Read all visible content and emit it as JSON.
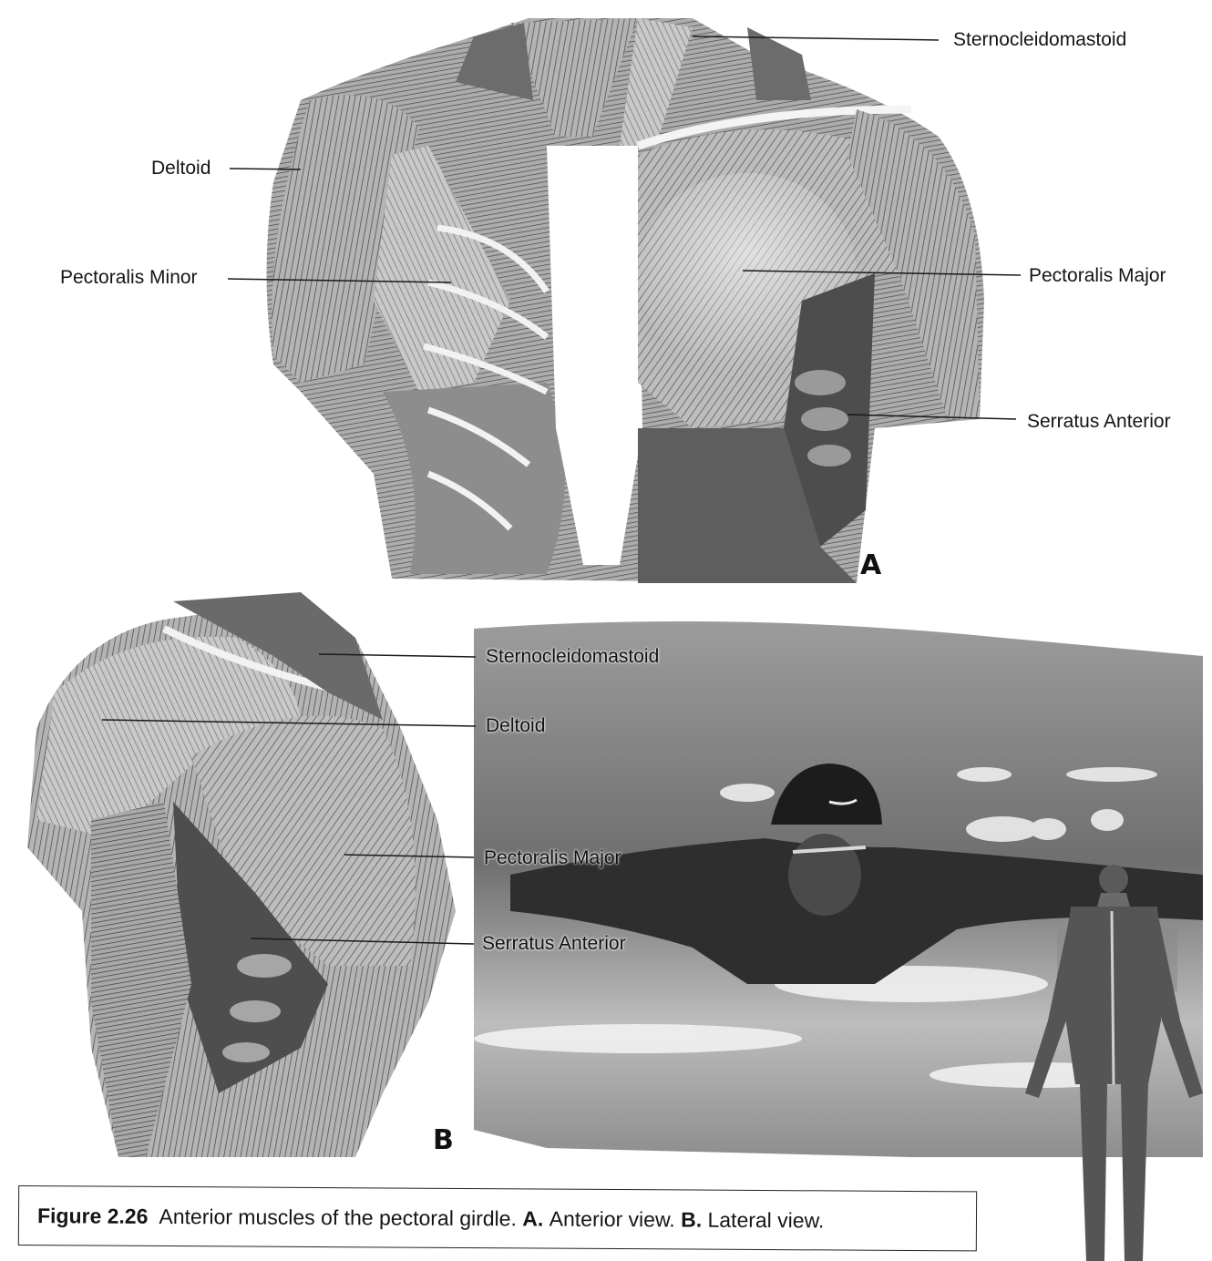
{
  "panel_a": {
    "letter": "A",
    "labels": {
      "sternocleidomastoid": "Sternocleidomastoid",
      "deltoid": "Deltoid",
      "pectoralis_minor": "Pectoralis Minor",
      "pectoralis_major": "Pectoralis Major",
      "serratus_anterior": "Serratus Anterior"
    }
  },
  "panel_b": {
    "letter": "B",
    "labels": {
      "sternocleidomastoid": "Sternocleidomastoid",
      "deltoid": "Deltoid",
      "pectoralis_major": "Pectoralis Major",
      "serratus_anterior": "Serratus Anterior"
    }
  },
  "caption": {
    "figure_number": "Figure 2.26",
    "text": "Anterior muscles of the pectoral girdle.",
    "part_a_letter": "A.",
    "part_a_text": "Anterior view.",
    "part_b_letter": "B.",
    "part_b_text": "Lateral view."
  },
  "colors": {
    "muscle_dark": "#3a3a3a",
    "muscle_mid": "#8a8a8a",
    "muscle_light": "#d6d6d6",
    "photo_gray": "#9a9a9a",
    "leader_line": "#1a1a1a"
  }
}
